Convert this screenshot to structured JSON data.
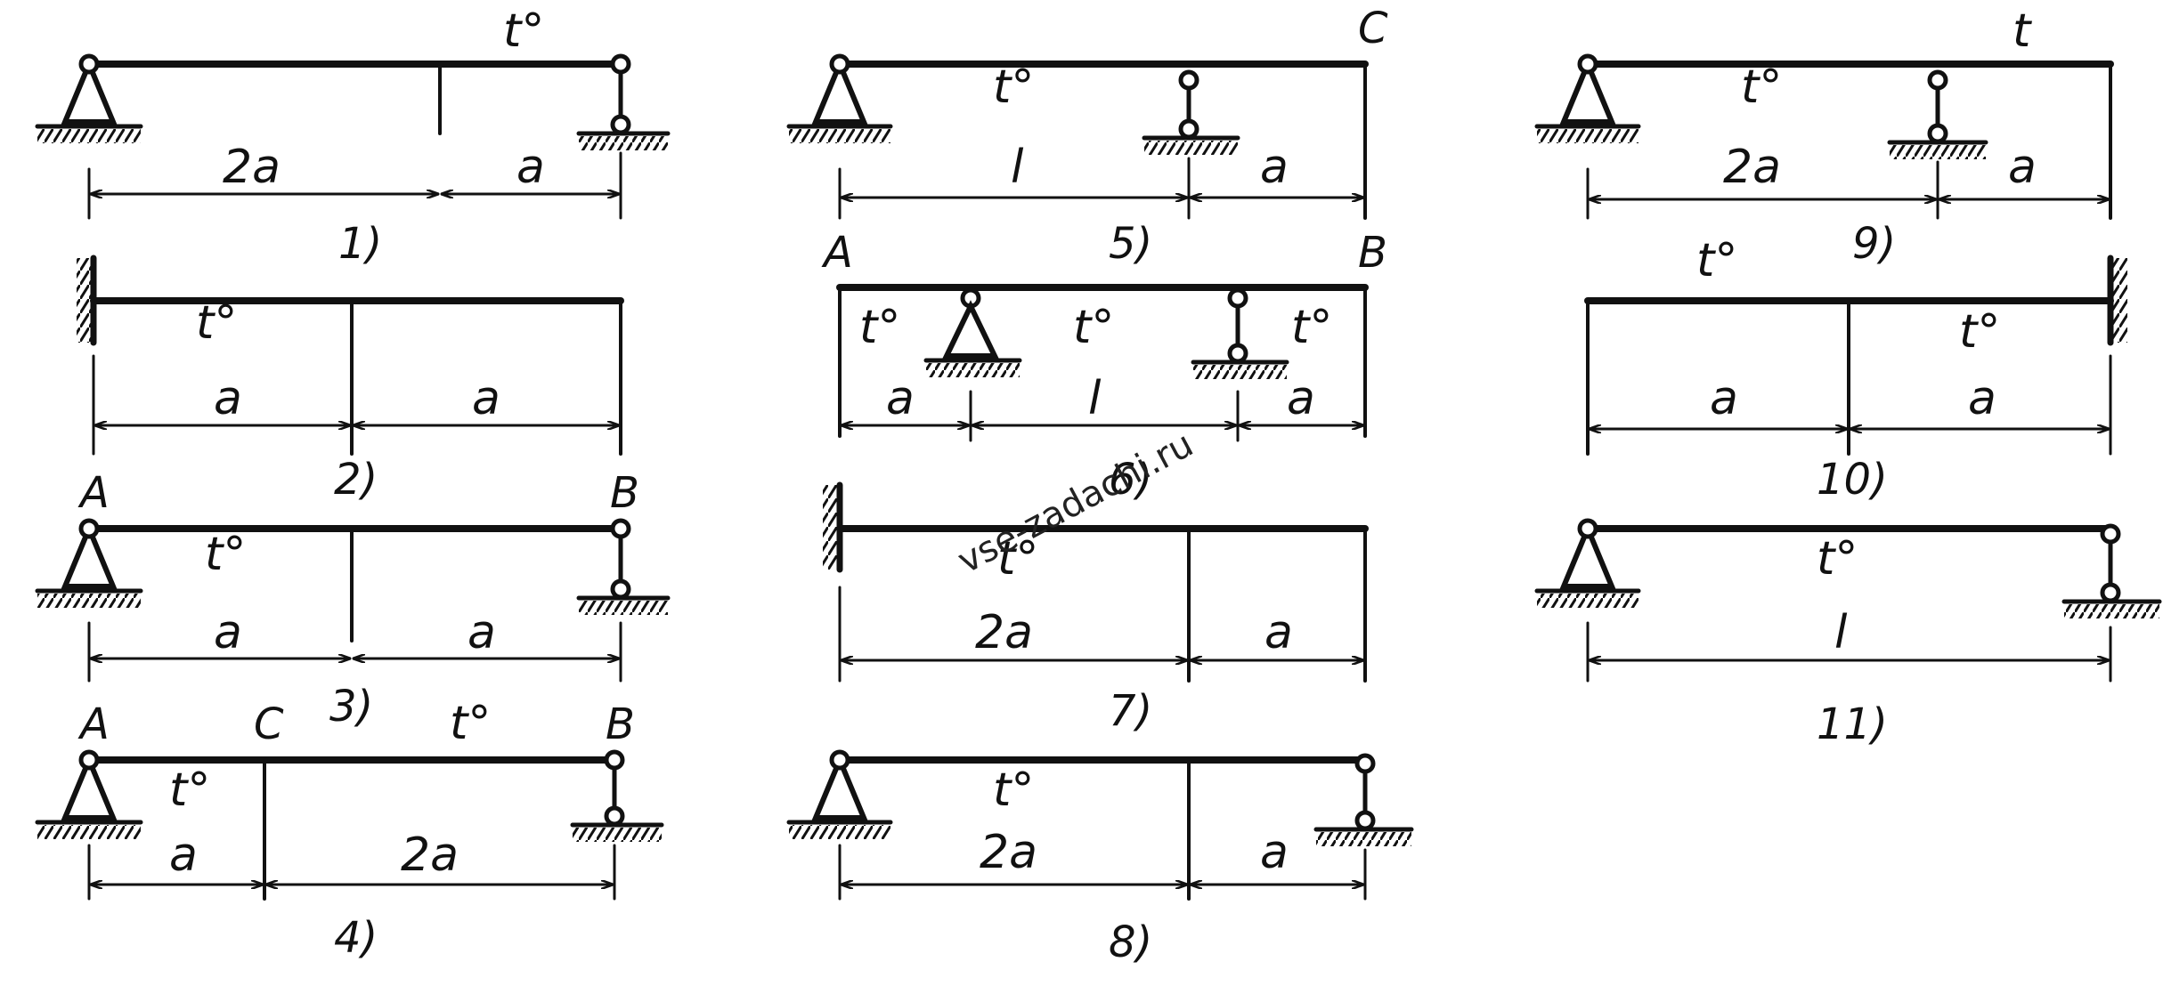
{
  "diagrams": [
    {
      "caption": "1)",
      "temp": "t°",
      "dims": [
        "2a",
        "a"
      ]
    },
    {
      "caption": "2)",
      "temp": "t°",
      "dims": [
        "a",
        "a"
      ]
    },
    {
      "caption": "3)",
      "temp": "t°",
      "dims": [
        "a",
        "a"
      ],
      "points": [
        "A",
        "B"
      ]
    },
    {
      "caption": "4)",
      "temp": "t°",
      "temp2": "t°",
      "dims": [
        "a",
        "2a"
      ],
      "points": [
        "A",
        "C",
        "B"
      ]
    },
    {
      "caption": "5)",
      "temp": "t°",
      "dims": [
        "l",
        "a"
      ],
      "points": [
        "C"
      ]
    },
    {
      "caption": "6)",
      "temps": [
        "t°",
        "t°",
        "t°"
      ],
      "dims": [
        "a",
        "l",
        "a"
      ],
      "points": [
        "A",
        "B"
      ]
    },
    {
      "caption": "7)",
      "temp": "t°",
      "dims": [
        "2a",
        "a"
      ]
    },
    {
      "caption": "8)",
      "temp": "t°",
      "dims": [
        "2a",
        "a"
      ]
    },
    {
      "caption": "9)",
      "temp": "t°",
      "temp2": "t",
      "dims": [
        "2a",
        "a"
      ]
    },
    {
      "caption": "10)",
      "temps": [
        "t°",
        "t°"
      ],
      "dims": [
        "a",
        "a"
      ]
    },
    {
      "caption": "11)",
      "temp": "t°",
      "dims": [
        "l"
      ]
    }
  ],
  "watermark": "vse-zadachi.ru"
}
